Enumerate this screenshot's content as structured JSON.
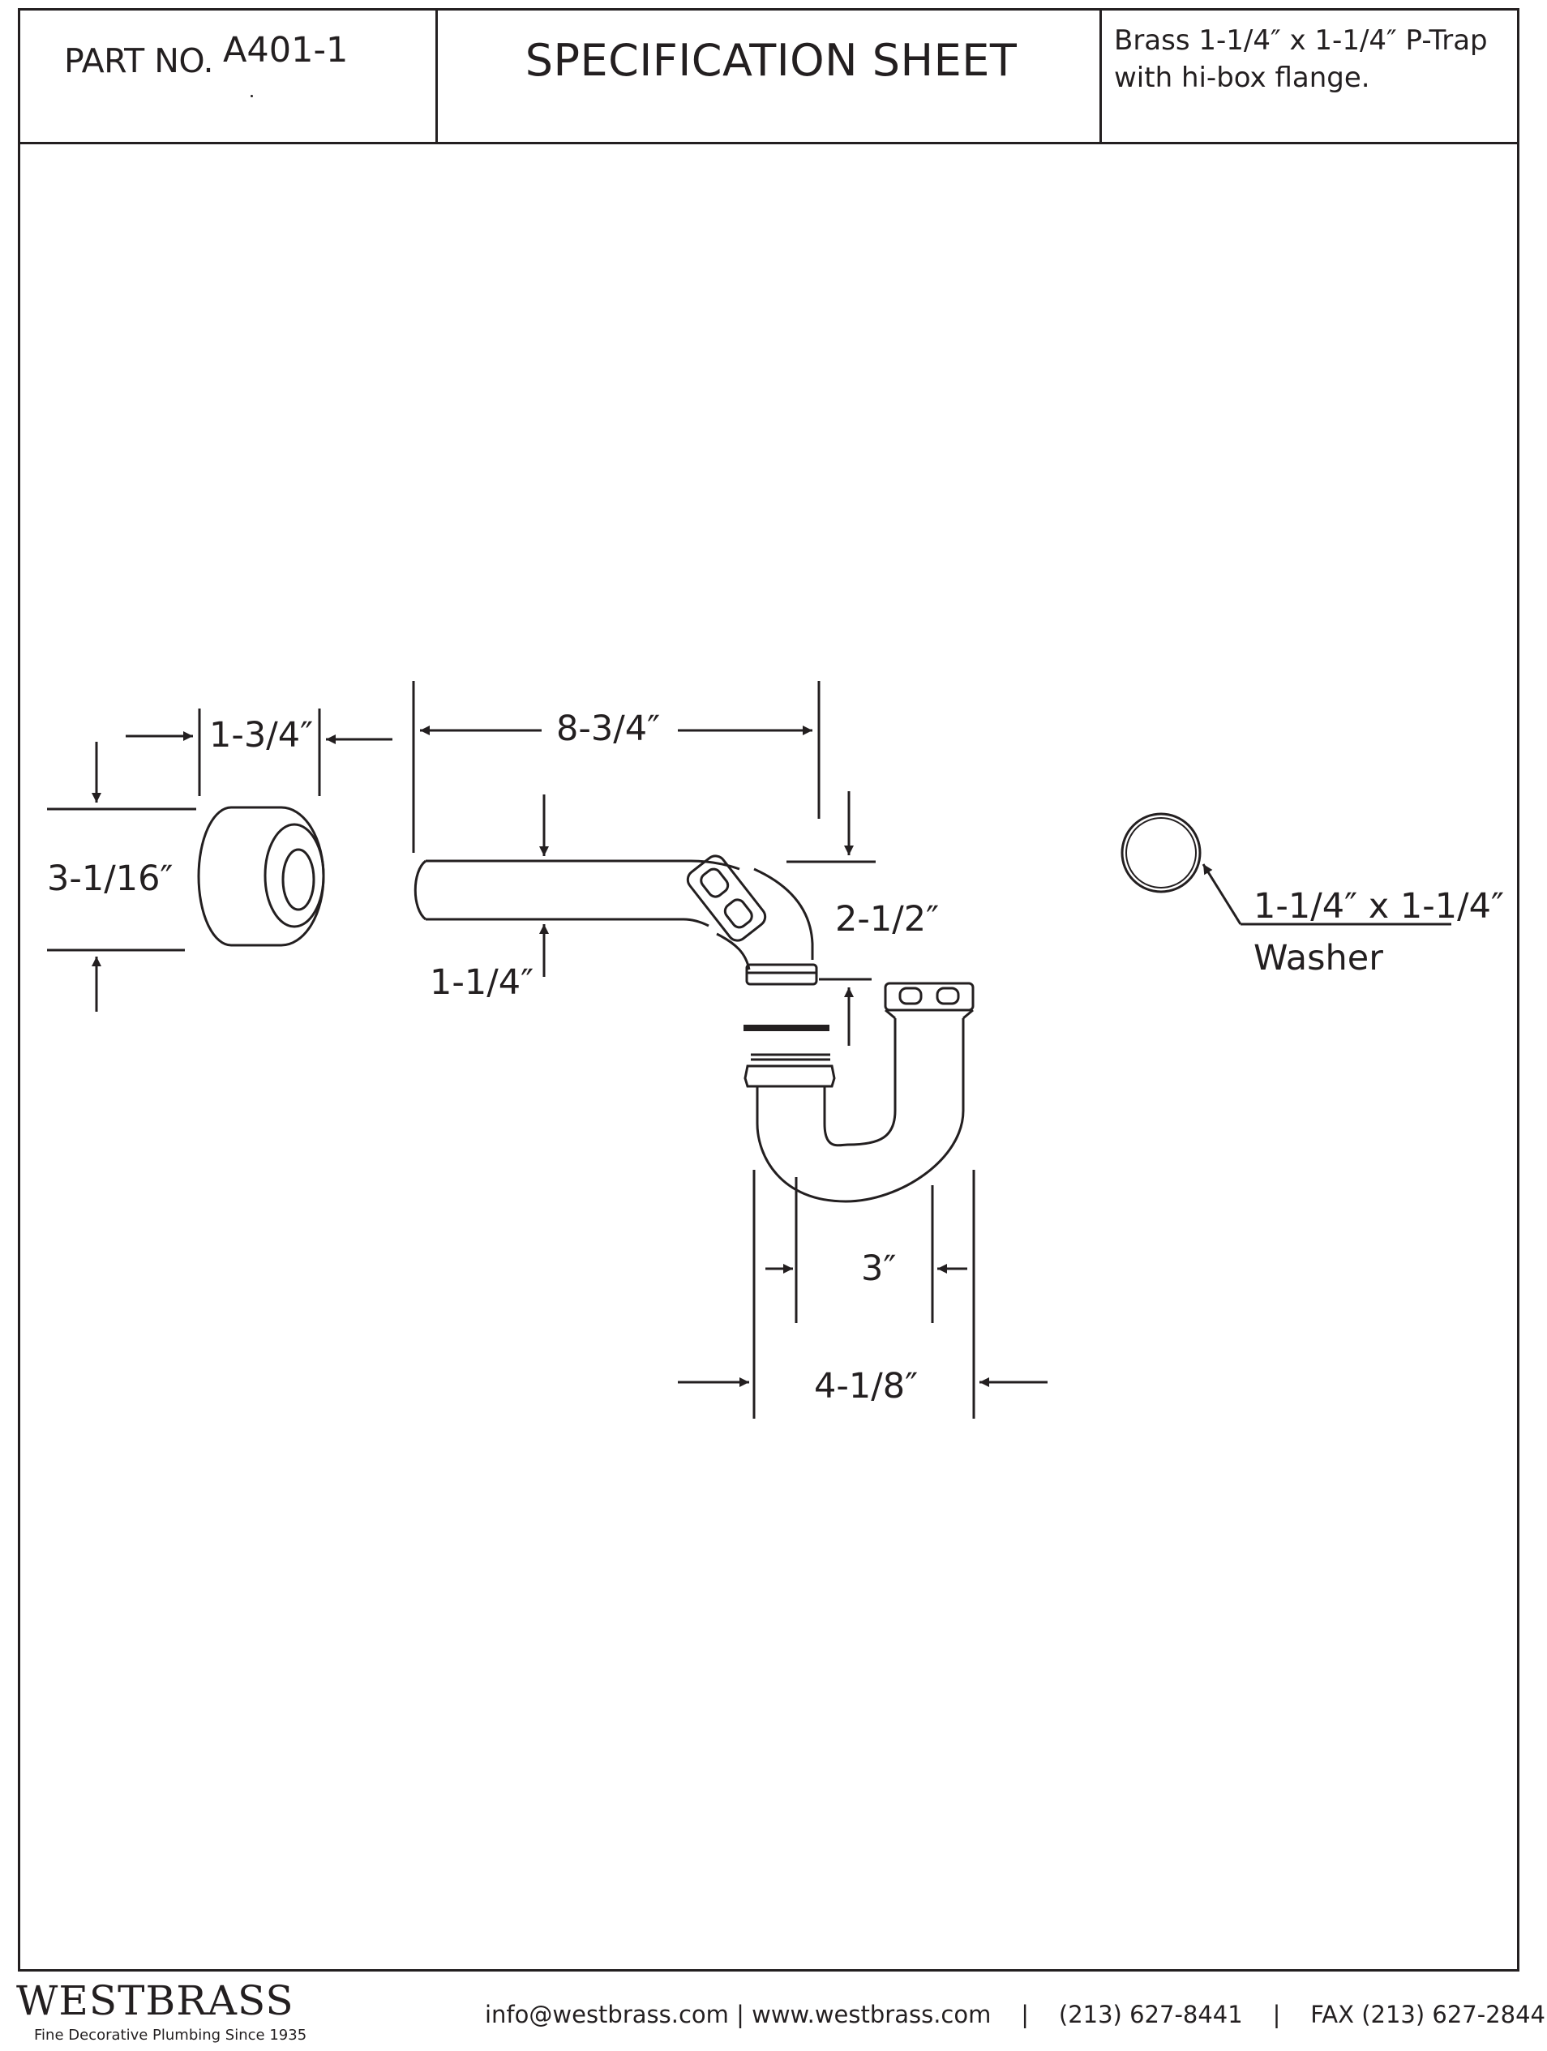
{
  "header": {
    "part_label": "PART NO.",
    "part_number": "A401-1",
    "title": "SPECIFICATION SHEET",
    "description": "Brass 1-1/4″ x 1-1/4″  P-Trap with hi-box flange."
  },
  "dimensions": {
    "flange_depth": "1-3/4″",
    "flange_height": "3-1/16″",
    "arm_length": "8-3/4″",
    "arm_diameter": "1-1/4″",
    "drop": "2-1/2″",
    "trap_inner_width": "3″",
    "trap_outer_width": "4-1/8″"
  },
  "washer": {
    "size": "1-1/4″ x 1-1/4″",
    "label": "Washer"
  },
  "footer": {
    "brand": "WESTBRASS",
    "tagline": "Fine Decorative Plumbing Since 1935",
    "email": "info@westbrass.com",
    "website": "www.westbrass.com",
    "phone": "(213) 627-8441",
    "fax": "FAX (213) 627-2844"
  }
}
